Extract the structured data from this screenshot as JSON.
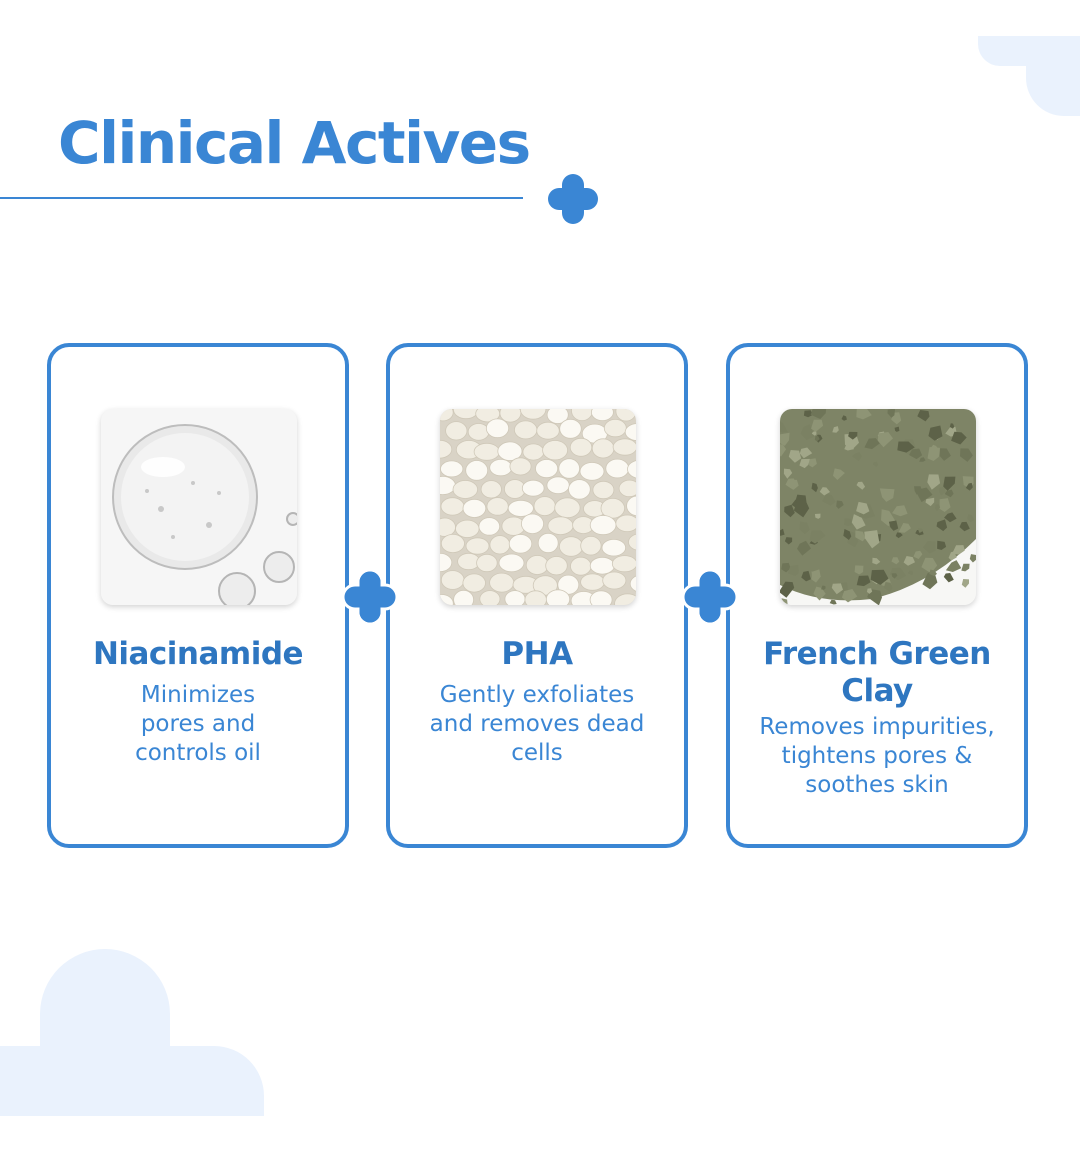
{
  "heading": {
    "title": "Clinical Actives"
  },
  "colors": {
    "accent": "#3a86d4",
    "accent_dark": "#2e76c0",
    "cloud": "#eaf2fd"
  },
  "ingredients": [
    {
      "name": "Niacinamide",
      "description": "Minimizes pores and controls oil",
      "image": "serum-drop-image"
    },
    {
      "name": "PHA",
      "description": "Gently exfoliates and removes dead cells",
      "image": "white-pellets-image"
    },
    {
      "name": "French Green Clay",
      "description": "Removes impurities, tightens pores & soothes skin",
      "image": "green-clay-image"
    }
  ],
  "icons": {
    "heading_plus": "plus-icon",
    "card_connector": "plus-icon"
  }
}
